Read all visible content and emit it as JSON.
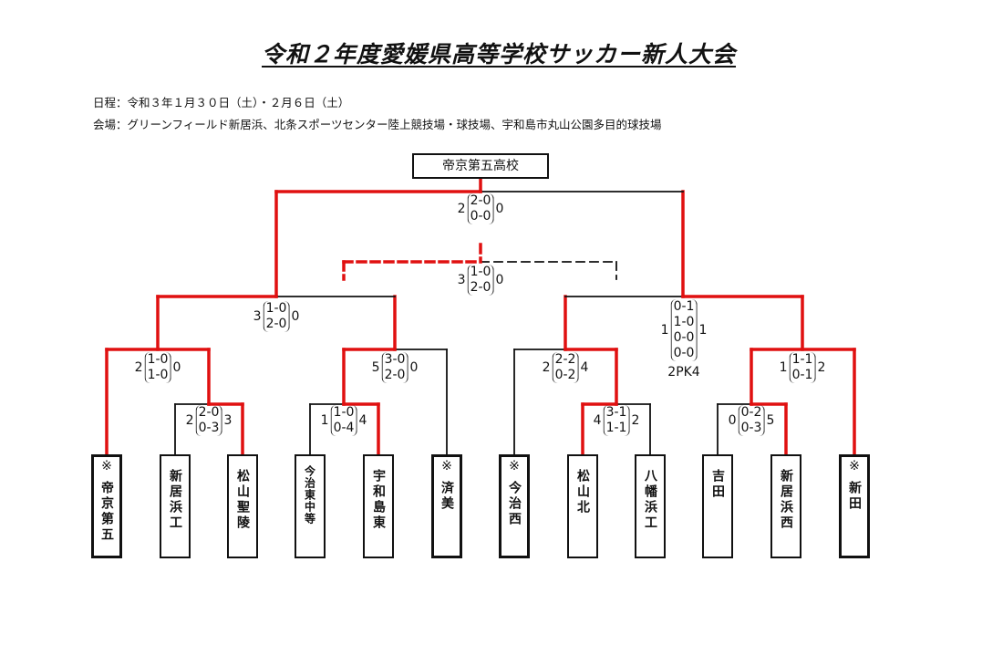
{
  "title": "令和２年度愛媛県高等学校サッカー新人大会",
  "schedule": "日程：令和３年１月３０日（土）・２月６日（土）",
  "venue": "会場：グリーンフィールド新居浜、北条スポーツセンター陸上競技場・球技場、宇和島市丸山公園多目的球技場",
  "champion": "帝京第五高校",
  "seed_mark": "※",
  "teams": [
    {
      "name": "帝京第五",
      "seed": true
    },
    {
      "name": "新居浜工",
      "seed": false
    },
    {
      "name": "松山聖陵",
      "seed": false
    },
    {
      "name": "今治東中等",
      "seed": false
    },
    {
      "name": "宇和島東",
      "seed": false
    },
    {
      "name": "済美",
      "seed": true
    },
    {
      "name": "今治西",
      "seed": true
    },
    {
      "name": "松山北",
      "seed": false
    },
    {
      "name": "八幡浜工",
      "seed": false
    },
    {
      "name": "吉田",
      "seed": false
    },
    {
      "name": "新居浜西",
      "seed": false
    },
    {
      "name": "新田",
      "seed": true
    }
  ],
  "matches": [
    {
      "id": "r1a",
      "left": "2",
      "halves": [
        "2-0",
        "0-3"
      ],
      "right": "3"
    },
    {
      "id": "r1b",
      "left": "1",
      "halves": [
        "1-0",
        "0-4"
      ],
      "right": "4"
    },
    {
      "id": "r1c",
      "left": "4",
      "halves": [
        "3-1",
        "1-1"
      ],
      "right": "2"
    },
    {
      "id": "r1d",
      "left": "0",
      "halves": [
        "0-2",
        "0-3"
      ],
      "right": "5"
    },
    {
      "id": "qf1",
      "left": "2",
      "halves": [
        "1-0",
        "1-0"
      ],
      "right": "0"
    },
    {
      "id": "qf2",
      "left": "5",
      "halves": [
        "3-0",
        "2-0"
      ],
      "right": "0"
    },
    {
      "id": "qf3",
      "left": "2",
      "halves": [
        "2-2",
        "0-2"
      ],
      "right": "4"
    },
    {
      "id": "qf4",
      "left": "1",
      "halves": [
        "1-1",
        "0-1"
      ],
      "right": "2"
    },
    {
      "id": "sf1",
      "left": "3",
      "halves": [
        "1-0",
        "2-0"
      ],
      "right": "0"
    },
    {
      "id": "sf2",
      "left": "1",
      "halves": [
        "0-1",
        "1-0",
        "0-0",
        "0-0"
      ],
      "right": "1",
      "pk": "2PK4"
    },
    {
      "id": "third",
      "left": "3",
      "halves": [
        "1-0",
        "2-0"
      ],
      "right": "0"
    },
    {
      "id": "final",
      "left": "2",
      "halves": [
        "2-0",
        "0-0"
      ],
      "right": "0"
    }
  ],
  "colors": {
    "winner_line": "#e01010",
    "line": "#111111"
  }
}
